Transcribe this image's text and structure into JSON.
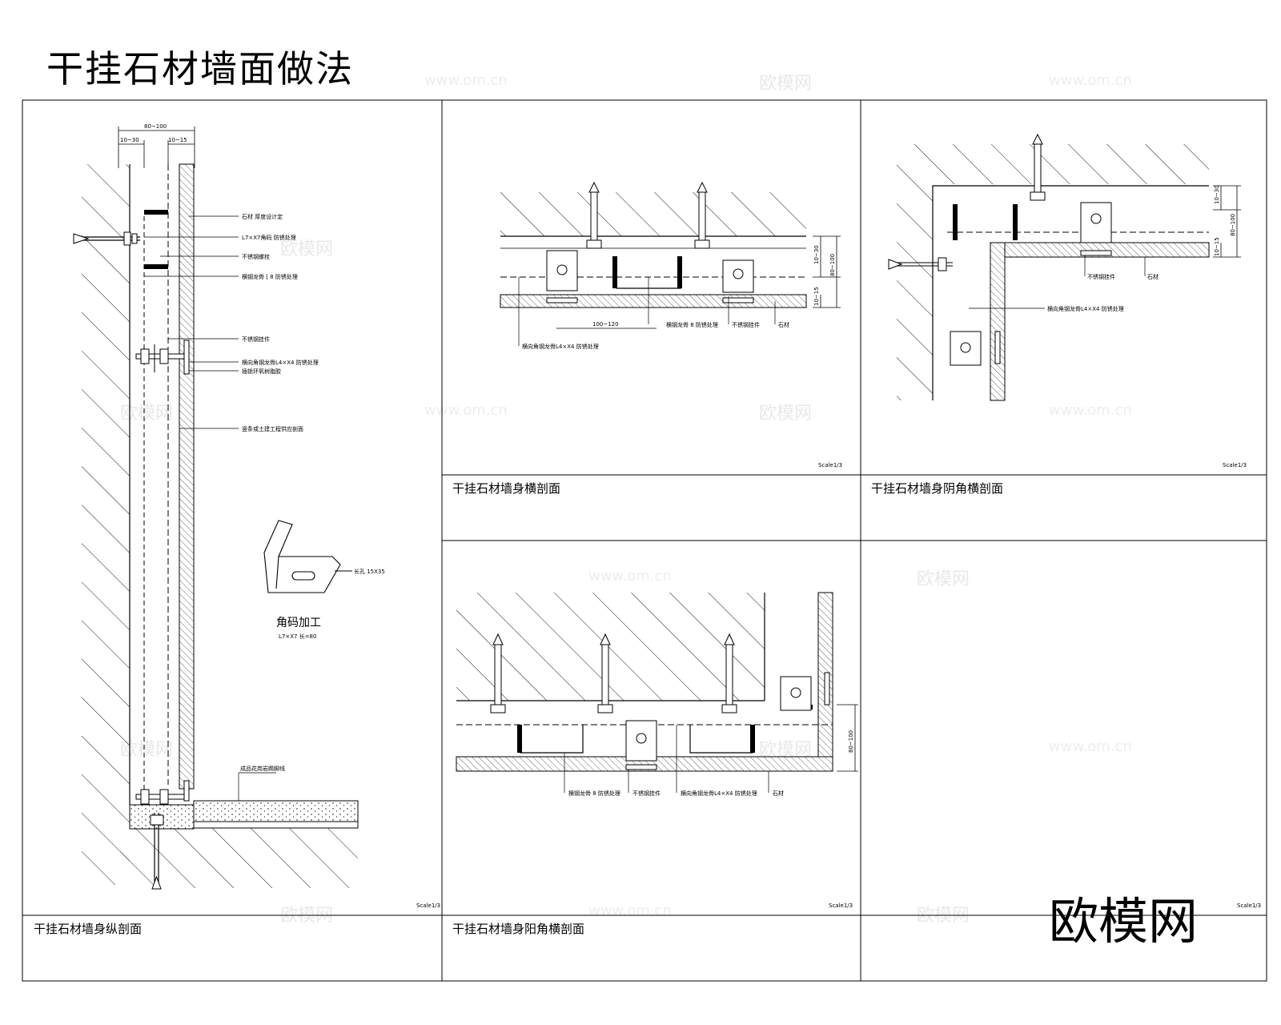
{
  "title": "干挂石材墙面做法",
  "brand_watermark": "欧模网",
  "watermark_text": "www.om.cn",
  "panels": [
    {
      "caption": "干挂石材墙身纵剖面",
      "scale": "Scale1/3",
      "notes": [
        "石材  厚度设计定",
        "L7×X7角码  防锈处理",
        "不锈钢螺栓",
        "横钢龙骨 [ 8  防锈处理",
        "不锈钢挂件",
        "横向角钢龙骨L4×X4  防锈处理",
        "插锁环氧树脂胶",
        "竖条或土建工程供应剖面",
        "成品花岗岩踢脚线"
      ],
      "dims": [
        "80~100",
        "10~30",
        "10~15"
      ],
      "inset_title": "角码加工",
      "inset_spec": "L7×X7  长=80",
      "inset_note": "长孔  15X35"
    },
    {
      "caption": "干挂石材墙身横剖面",
      "scale": "Scale1/3",
      "notes": [
        "横向角钢龙骨L4×X4  防锈处理",
        "横钢龙骨  8  防锈处理",
        "不锈钢挂件",
        "石材"
      ],
      "dims": [
        "100~120",
        "10~30",
        "80~100",
        "10~15"
      ]
    },
    {
      "caption": "干挂石材墙身阴角横剖面",
      "scale": "Scale1/3",
      "notes": [
        "不锈钢挂件",
        "石材",
        "横向角钢龙骨L4×X4  防锈处理"
      ],
      "dims": [
        "10~30",
        "80~100",
        "10~15"
      ]
    },
    {
      "caption": "干挂石材墙身阳角横剖面",
      "scale": "Scale1/3",
      "notes": [
        "横钢龙骨  8  防锈处理",
        "不锈钢挂件",
        "横向角钢龙骨L4×X4  防锈处理",
        "石材"
      ],
      "dims": [
        "80~100"
      ]
    },
    {
      "caption": "",
      "scale": "Scale1/3",
      "notes": [],
      "dims": []
    }
  ]
}
